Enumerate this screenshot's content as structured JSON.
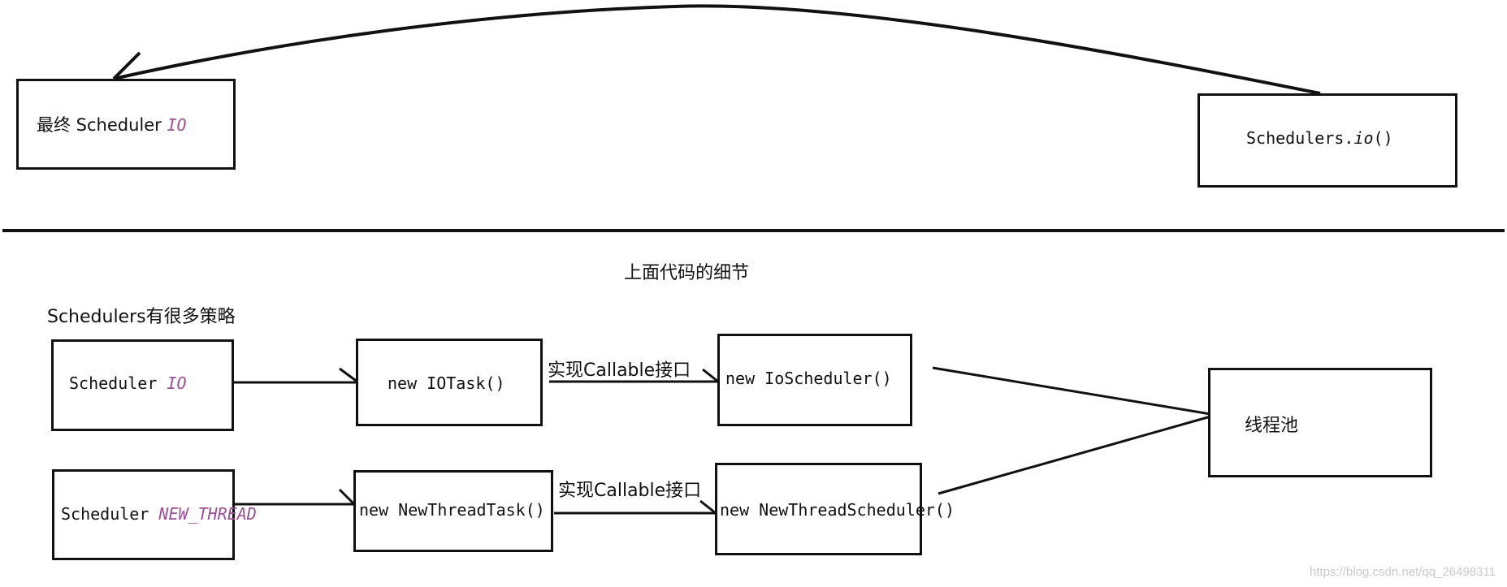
{
  "top": {
    "final_prefix": "最终 Scheduler ",
    "final_kw": "IO",
    "call_text_a": "Schedulers.",
    "call_text_kw": "io",
    "call_text_b": "()"
  },
  "section_title": "上面代码的细节",
  "strategies_caption": "Schedulers有很多策略",
  "row1": {
    "scheduler_prefix": "Scheduler ",
    "scheduler_kw": "IO",
    "task": "new IOTask()",
    "edge_label": "实现Callable接口",
    "impl": "new IoScheduler()"
  },
  "row2": {
    "scheduler_prefix": "Scheduler ",
    "scheduler_kw": "NEW_THREAD",
    "task": "new NewThreadTask()",
    "edge_label": "实现Callable接口",
    "impl": "new NewThreadScheduler()"
  },
  "pool_label": "线程池",
  "watermark": "https://blog.csdn.net/qq_26498311",
  "colors": {
    "stroke": "#111111",
    "keyword": "#9b4f96",
    "watermark": "#c9c9c9"
  }
}
